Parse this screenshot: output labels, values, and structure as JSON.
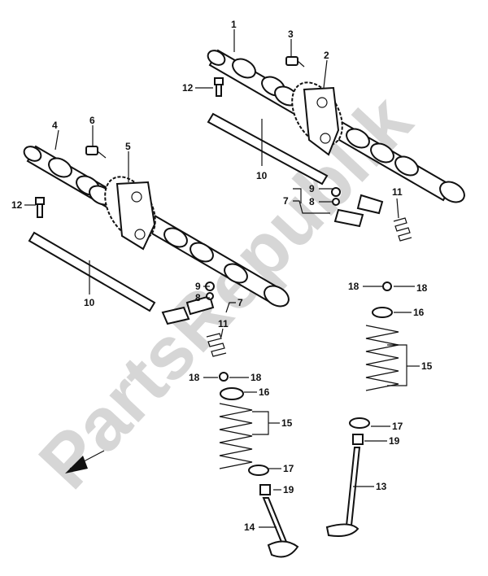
{
  "watermark": "PartsRepublik",
  "callouts": {
    "c1": "1",
    "c2": "2",
    "c3": "3",
    "c4": "4",
    "c5": "5",
    "c6": "6",
    "c7a": "7",
    "c7b": "7",
    "c8a": "8",
    "c8b": "8",
    "c9a": "9",
    "c9b": "9",
    "c10a": "10",
    "c10b": "10",
    "c11a": "11",
    "c11b": "11",
    "c12a": "12",
    "c12b": "12",
    "c13": "13",
    "c14": "14",
    "c15a": "15",
    "c15b": "15",
    "c16a": "16",
    "c16b": "16",
    "c17a": "17",
    "c17b": "17",
    "c18a": "18",
    "c18b": "18",
    "c18c": "18",
    "c18d": "18",
    "c19a": "19",
    "c19b": "19"
  },
  "icons": {
    "direction": "arrow-icon"
  },
  "colors": {
    "line": "#111111",
    "watermark": "#d6d6d6"
  }
}
